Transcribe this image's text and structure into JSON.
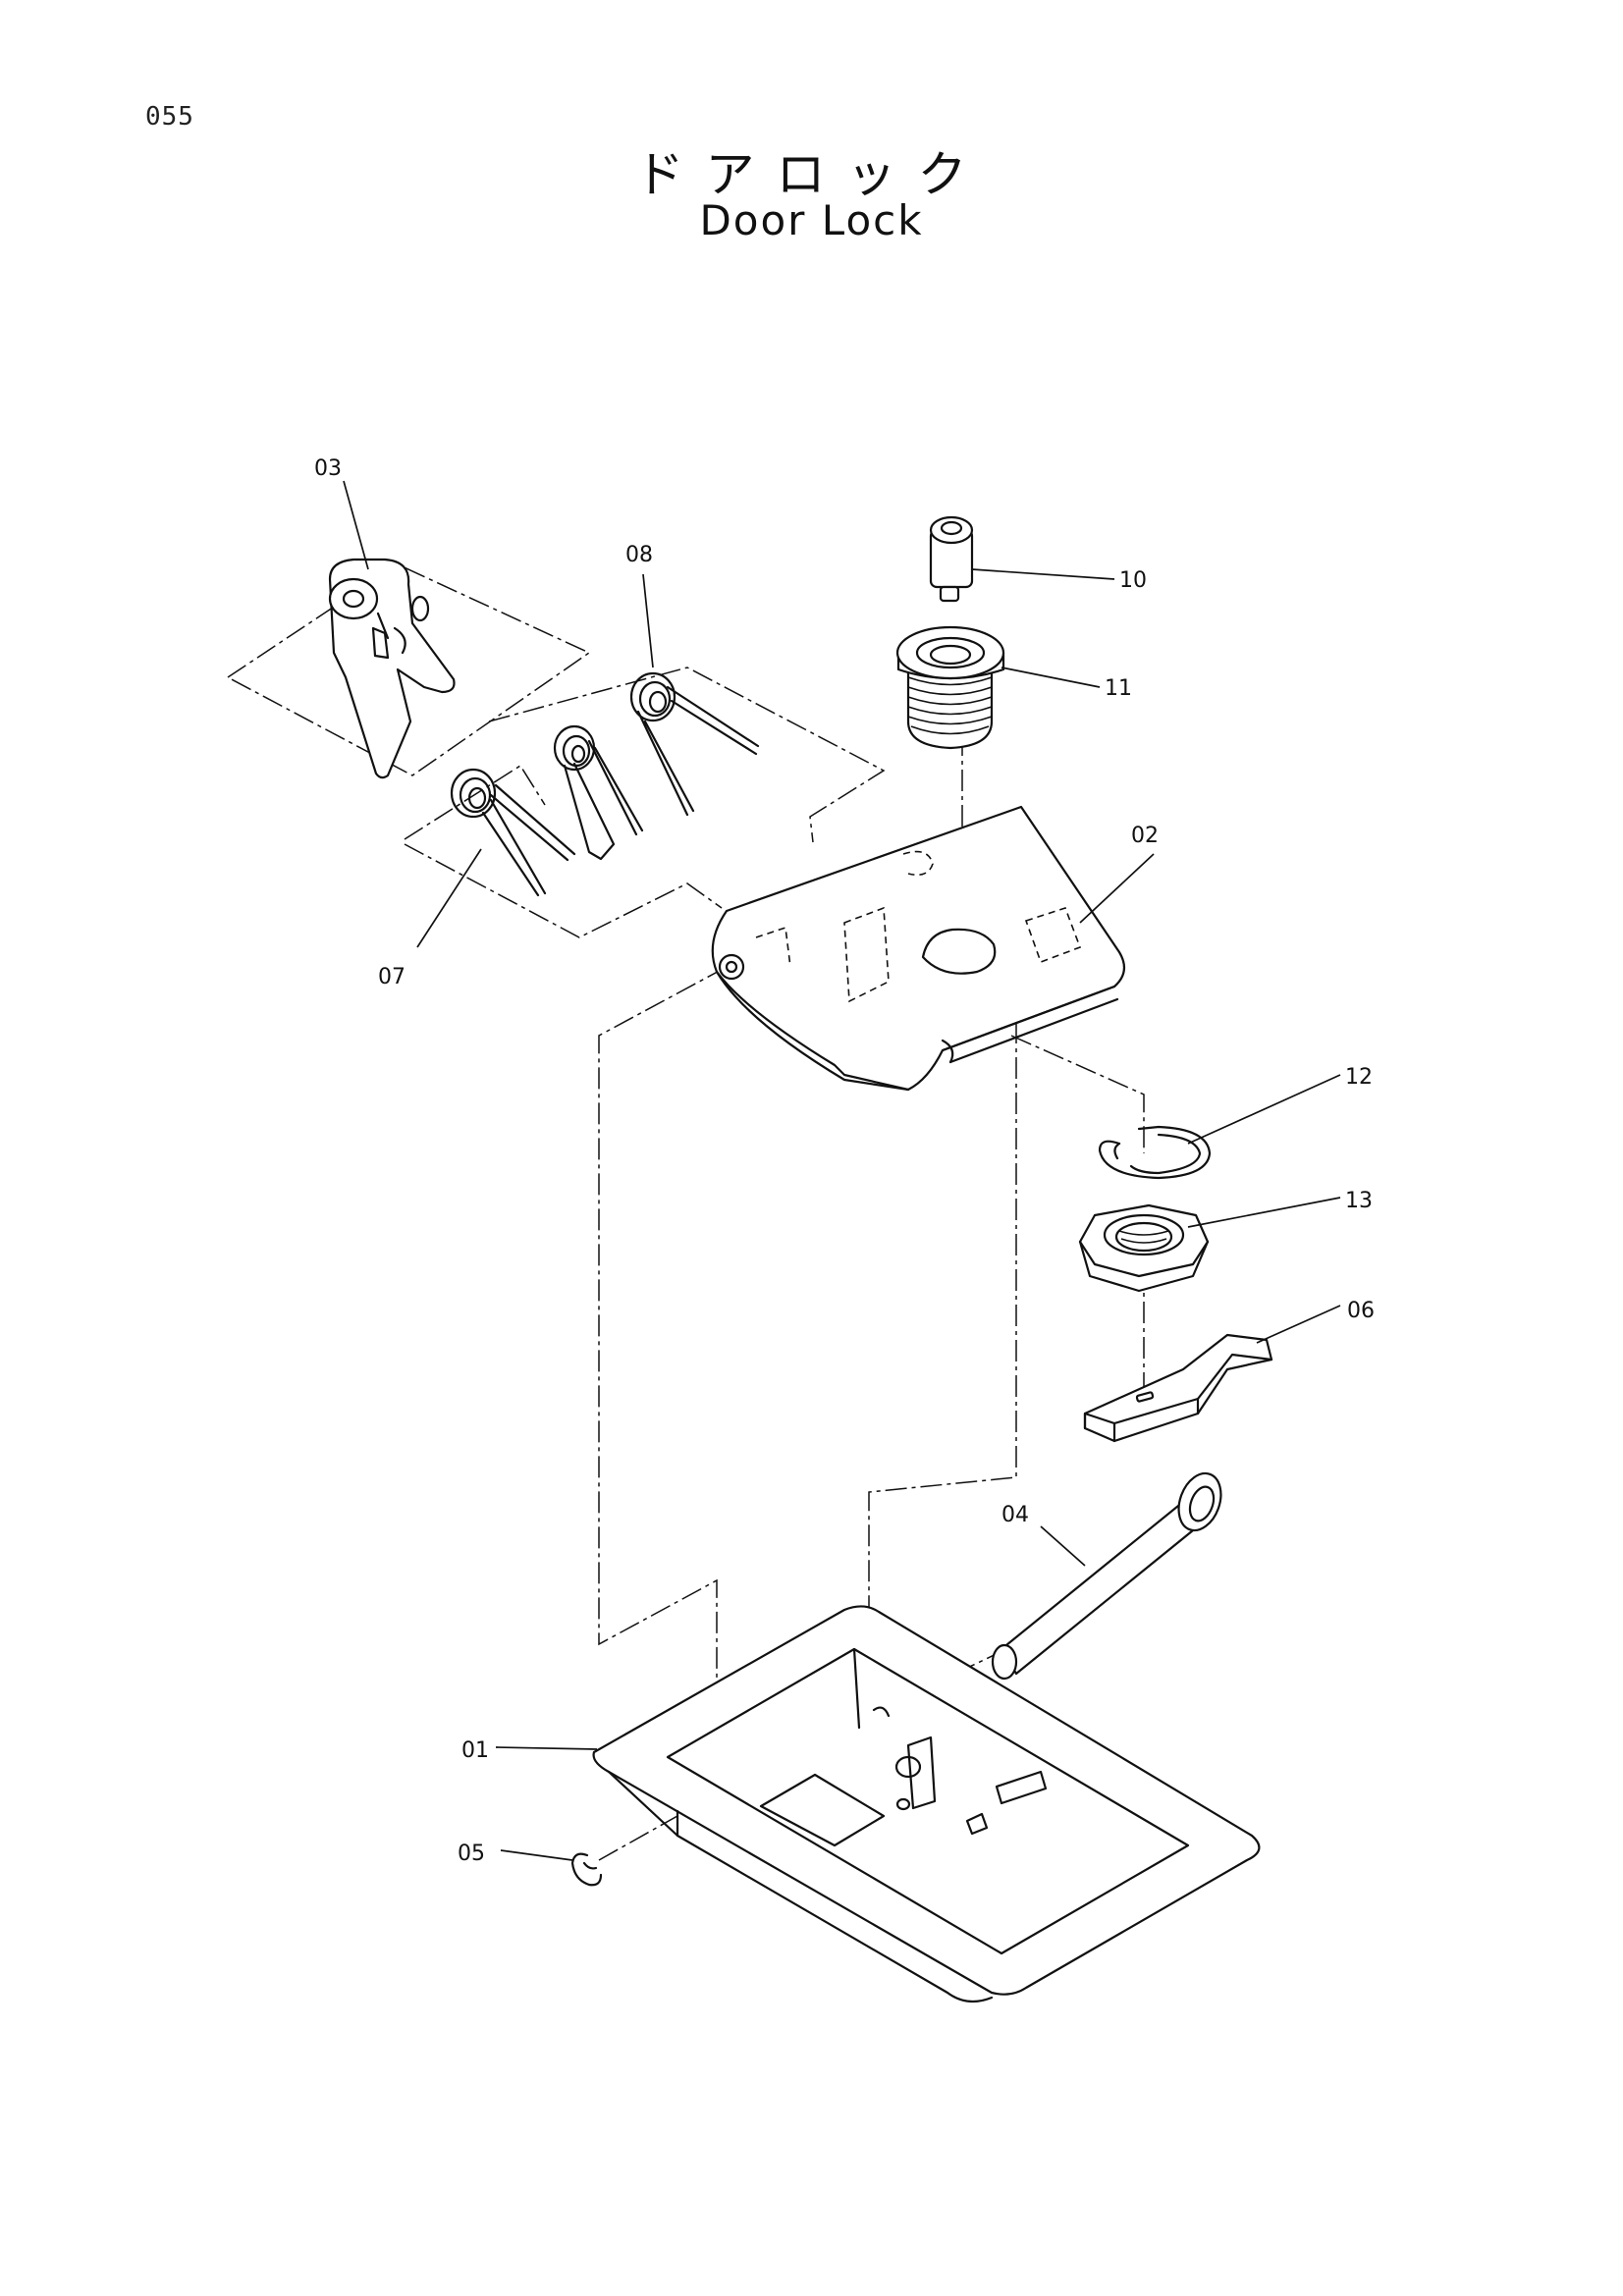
{
  "page": {
    "number": "055",
    "title_jp": "ドアロック",
    "title_en": "Door Lock"
  },
  "parts": [
    {
      "id": "p01",
      "label": "01"
    },
    {
      "id": "p02",
      "label": "02"
    },
    {
      "id": "p03",
      "label": "03"
    },
    {
      "id": "p04",
      "label": "04"
    },
    {
      "id": "p05",
      "label": "05"
    },
    {
      "id": "p06",
      "label": "06"
    },
    {
      "id": "p07",
      "label": "07"
    },
    {
      "id": "p08",
      "label": "08"
    },
    {
      "id": "p10",
      "label": "10"
    },
    {
      "id": "p11",
      "label": "11"
    },
    {
      "id": "p12",
      "label": "12"
    },
    {
      "id": "p13",
      "label": "13"
    }
  ]
}
